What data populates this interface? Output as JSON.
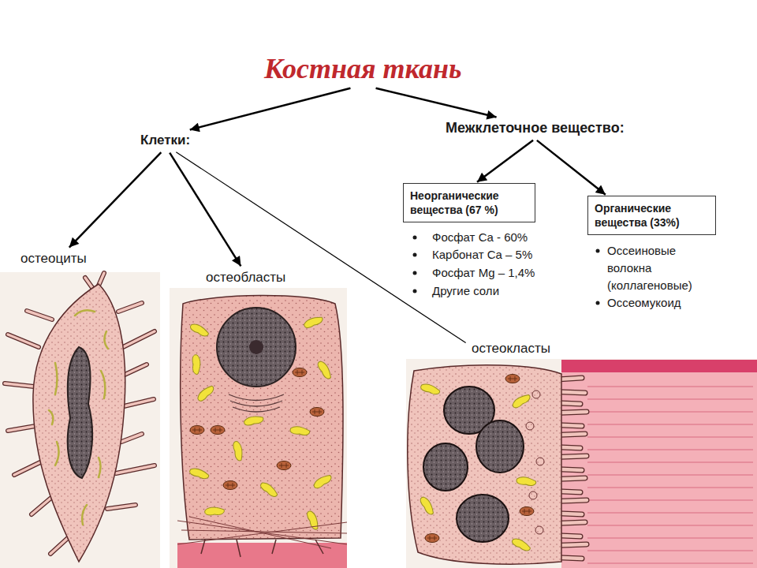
{
  "diagram": {
    "nodes": [
      {
        "text": [
          "Костная ткань"
        ]
      },
      {
        "text": [
          "Клетки:"
        ]
      },
      {
        "text": [
          "Межклеточное вещество:"
        ]
      },
      {
        "text": [
          "Неорганические вещества (67 %)"
        ]
      },
      {
        "text": [
          "Органические вещества (33%)"
        ]
      },
      {
        "text": [
          "остеоциты"
        ]
      },
      {
        "text": [
          "остеобласты"
        ]
      },
      {
        "text": [
          "остеокласты"
        ]
      }
    ],
    "edges": [
      {
        "from": 0,
        "to": 1,
        "arrow": "to"
      },
      {
        "from": 0,
        "to": 2,
        "arrow": "to"
      },
      {
        "from": 1,
        "to": 5,
        "arrow": "to"
      },
      {
        "from": 1,
        "to": 6,
        "arrow": "to"
      },
      {
        "from": 1,
        "to": 7,
        "arrow": "none"
      },
      {
        "from": 2,
        "to": 3,
        "arrow": "to"
      },
      {
        "from": 2,
        "to": 4,
        "arrow": "to"
      }
    ],
    "labels": [
      "Фосфат Ca - 60%",
      "Карбонат Ca – 5%",
      "Фосфат Mg – 1,4%",
      "Другие соли",
      "Оссеиновые волокна (коллагеновые)",
      "Оссеомукоид"
    ]
  }
}
